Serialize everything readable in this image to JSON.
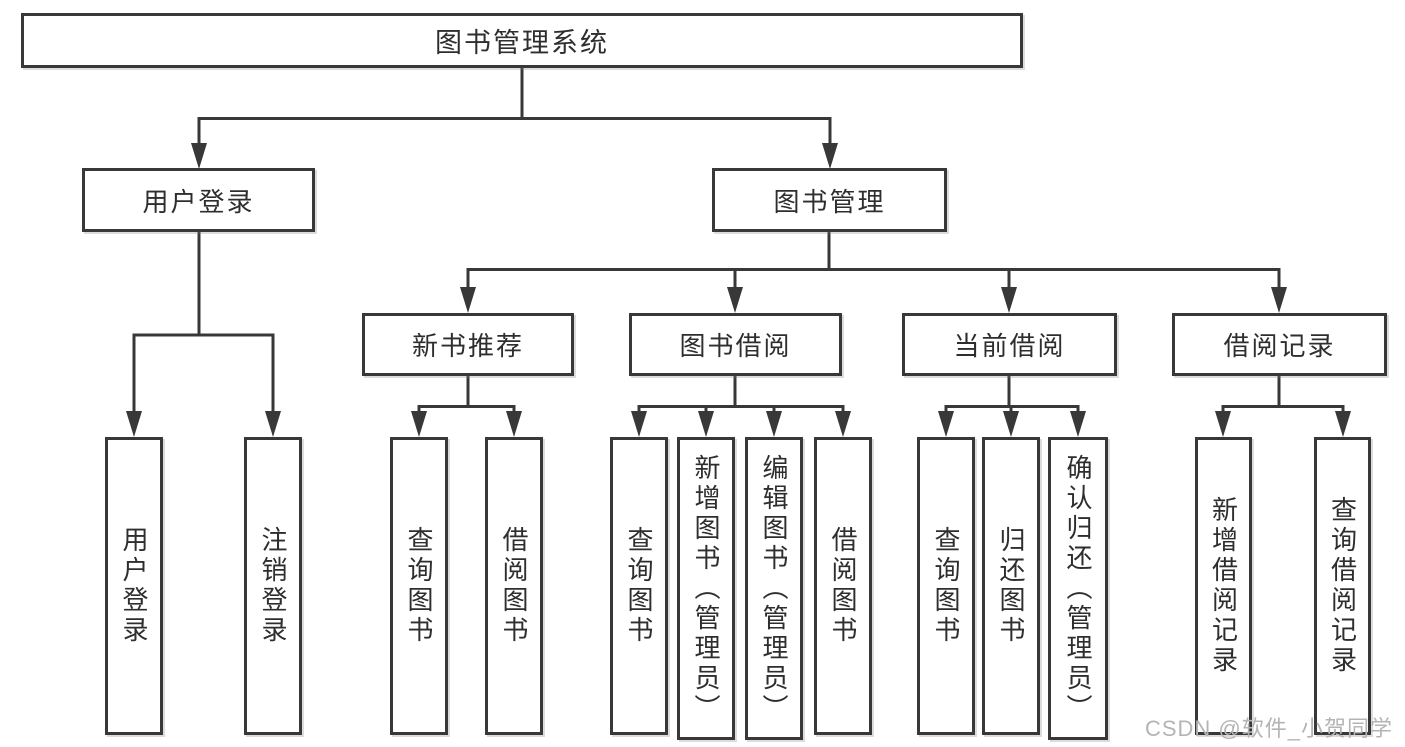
{
  "diagram_title": "图书管理系统",
  "tree": {
    "label": "图书管理系统",
    "children": [
      {
        "label": "用户登录",
        "children": [
          {
            "label": "用户登录"
          },
          {
            "label": "注销登录"
          }
        ]
      },
      {
        "label": "图书管理",
        "children": [
          {
            "label": "新书推荐",
            "children": [
              {
                "label": "查询图书"
              },
              {
                "label": "借阅图书"
              }
            ]
          },
          {
            "label": "图书借阅",
            "children": [
              {
                "label": "查询图书"
              },
              {
                "label": "新增图书（管理员）"
              },
              {
                "label": "编辑图书（管理员）"
              },
              {
                "label": "借阅图书"
              }
            ]
          },
          {
            "label": "当前借阅",
            "children": [
              {
                "label": "查询图书"
              },
              {
                "label": "归还图书"
              },
              {
                "label": "确认归还（管理员）"
              }
            ]
          },
          {
            "label": "借阅记录",
            "children": [
              {
                "label": "新增借阅记录"
              },
              {
                "label": "查询借阅记录"
              }
            ]
          }
        ]
      }
    ]
  },
  "watermark": {
    "text": "CSDN @软件_小贺同学"
  },
  "colors": {
    "line": "#383838",
    "box_border": "#383838",
    "text": "#2e2e2e",
    "watermark": "#b4b4b4",
    "background": "#ffffff"
  }
}
